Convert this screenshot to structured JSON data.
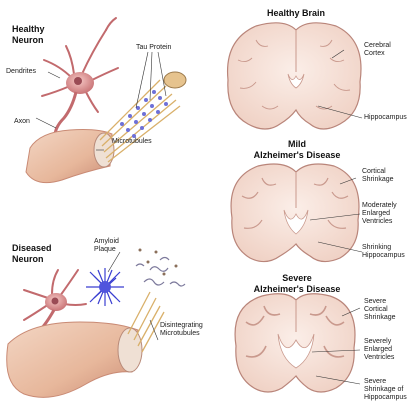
{
  "neurons": {
    "healthy": {
      "title": "Healthy\nNeuron",
      "labels": {
        "dendrites": "Dendrites",
        "axon": "Axon",
        "tau_protein": "Tau Protein",
        "microtubules": "Microtubules"
      }
    },
    "diseased": {
      "title": "Diseased\nNeuron",
      "labels": {
        "amyloid_plaque": "Amyloid\nPlaque",
        "disintegrating_microtubules": "Disintegrating\nMicrotubules"
      }
    }
  },
  "brains": {
    "healthy": {
      "title": "Healthy Brain",
      "labels": {
        "cerebral_cortex": "Cerebral\nCortex",
        "hippocampus": "Hippocampus"
      }
    },
    "mild": {
      "title": "Mild\nAlzheimer's Disease",
      "labels": {
        "cortical_shrinkage": "Cortical\nShrinkage",
        "enlarged_ventricles": "Moderately\nEnlarged\nVentricles",
        "shrinking_hippocampus": "Shrinking\nHippocampus"
      }
    },
    "severe": {
      "title": "Severe\nAlzheimer's Disease",
      "labels": {
        "cortical_shrinkage": "Severe\nCortical\nShrinkage",
        "enlarged_ventricles": "Severely\nEnlarged\nVentricles",
        "hippocampus_shrinkage": "Severe\nShrinkage of\nHippocampus"
      }
    }
  },
  "colors": {
    "neuron_pink": "#e9a7a7",
    "neuron_dark": "#b65f62",
    "axon_tan": "#e8c9a6",
    "brain_fill": "#f6e2d9",
    "brain_outline": "#b9857a",
    "tau_blue": "#6e70d8",
    "plaque_blue": "#3a3fd1",
    "microtubule_gold": "#d9b06a"
  }
}
